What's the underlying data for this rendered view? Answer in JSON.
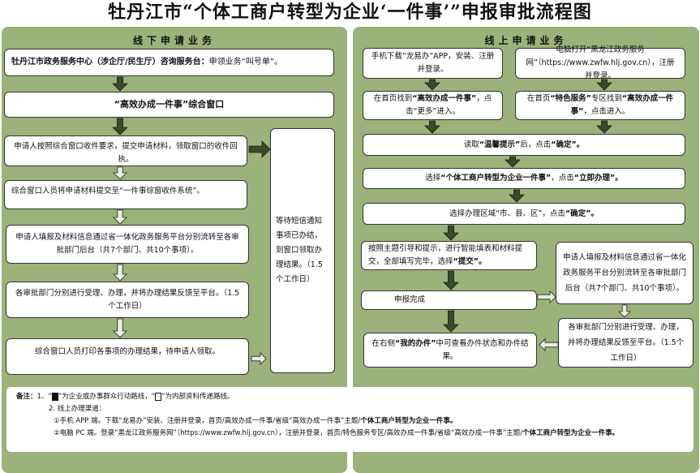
{
  "title": "牡丹江市“个体工商户转型为企业‘一件事’”申报审批流程图",
  "offline": {
    "header": "线下申请业务",
    "step1": {
      "bold": "牡丹江市政务服务中心（涉企厅/民生厅）咨询服务台：",
      "text": "申领业务“叫号单”。"
    },
    "step2": "“高效办成一件事”综合窗口",
    "step3": "申请人按照综合窗口收件要求，提交申请材料，领取窗口的收件回执。",
    "step4": "综合窗口人员将申请材料提交至“一件事综窗收件系统”。",
    "step5": "申请人填报及材料信息通过省一体化政务服务平台分别流转至各审批部门后台（共7个部门、共10个事项）。",
    "step6": "各审批部门分别进行受理、办理，并将办理结果反馈至平台。（1.5个工作日）",
    "step7": "综合窗口人员打印各事项的办理结果，待申请人领取。",
    "side": "等待短信通知事项已办结，到窗口领取办理结果。（1.5个工作日）"
  },
  "online": {
    "header": "线上申请业务",
    "app1": "手机下载“龙易办”APP，安装、注册并登录。",
    "pc1": "电脑打开“黑龙江政务服务网”（https://www.zwfw.hlj.gov.cn），注册并登录。",
    "app2": {
      "a": "在首页找到",
      "b": "“高效办成一件事”",
      "c": "，点击“更多”进入。"
    },
    "pc2": {
      "a": "在首页",
      "b": "“特色服务”",
      "c": "专区找到",
      "d": "“高效办成一件事”",
      "e": "，点击进入。"
    },
    "s3": {
      "a": "读取",
      "b": "“温馨提示”",
      "c": "后，点击",
      "d": "“确定”。"
    },
    "s4": {
      "a": "选择",
      "b": "“个体工商户转型为企业一件事”",
      "c": "，点击",
      "d": "“立即办理”。"
    },
    "s5": {
      "a": "选择办理区域“市、县、区”，点击",
      "b": "“确定”。"
    },
    "s6": {
      "a": "按照主题引导和提示，进行智能填表和材料提交，全部填写完毕，选择",
      "b": "“提交”。"
    },
    "s7": "申报完成",
    "s8": {
      "a": "在右侧",
      "b": "“我的办件”",
      "c": "中可查看办件状态和办件结果。"
    },
    "r1": "申请人填报及材料信息通过省一体化政务服务平台分别流转至各审批部门后台（共7个部门、共10个事项）。",
    "r2": "各审批部门分别进行受理、办理，并将办理结果反馈至平台。（1.5个工作日）"
  },
  "note": {
    "label": "备注：",
    "l1a": "1、“",
    "l1b": "”为企业或办事群众行动路线，“",
    "l1c": "”为内部资料传递路线。",
    "l2": "2. 线上办理渠道：",
    "l3a": "①手机 APP 端。下载“龙易办”安装、注册并登录，首页/高效办成一件事/省级“高效办成一件事”主题/",
    "l3b": "个体工商户转型为企业一件事。",
    "l4a": "②电脑 PC 端。登录“黑龙江政务服务网”（https://www.zwfw.hlj.gov.cn），注册并登录，首页/特色服务专区/高效办成一件事/省级“高效办成一件事”主题/",
    "l4b": "个体工商户转型为企业一件事。"
  },
  "colors": {
    "panel": "#9bb27a",
    "dark_arrow": "#3b4a26",
    "hollow_arrow": "#e8eedc"
  }
}
